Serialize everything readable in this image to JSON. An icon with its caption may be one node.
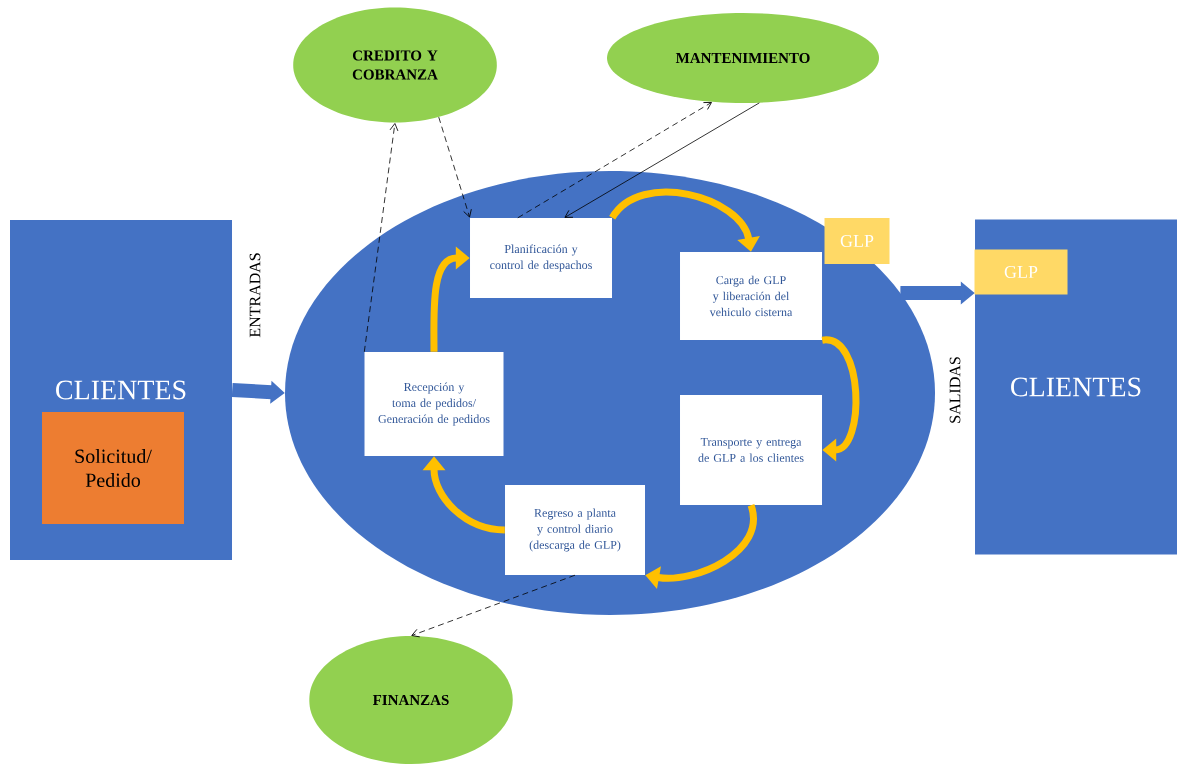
{
  "diagram": {
    "nodes": [
      {
        "text": [
          "CLIENTES"
        ]
      },
      {
        "text": [
          "Solicitud/ Pedido"
        ],
        "in": 0
      },
      {
        "text": [],
        "shape": "ellipse"
      },
      {
        "text": [
          "Planificación y control de despachos"
        ],
        "in": 2
      },
      {
        "text": [
          "Carga de GLP y liberación del vehiculo cisterna"
        ],
        "in": 2
      },
      {
        "text": [
          "Recepción y toma de pedidos/ Generación de pedidos"
        ],
        "in": 2
      },
      {
        "text": [
          "Transporte y entrega de GLP a los clientes"
        ],
        "in": 2
      },
      {
        "text": [
          "Regreso a planta y control diario (descarga de GLP)"
        ],
        "in": 2
      },
      {
        "text": [
          "GLP"
        ]
      },
      {
        "text": [
          "CLIENTES"
        ]
      },
      {
        "text": [
          "GLP"
        ],
        "in": 9
      },
      {
        "text": [
          "CREDITO Y COBRANZA"
        ]
      },
      {
        "text": [
          "MANTENIMIENTO"
        ]
      },
      {
        "text": [
          "FINANZAS"
        ]
      }
    ],
    "edges": [
      {
        "from": 0,
        "to": 2,
        "arrow": "to",
        "label": "ENTRADAS",
        "style": "thick",
        "color": "#4472c4"
      },
      {
        "from": 2,
        "to": 9,
        "arrow": "to",
        "label": "SALIDAS",
        "style": "thick",
        "color": "#4472c4"
      },
      {
        "from": 3,
        "to": 4,
        "arrow": "to",
        "color": "#ffc000"
      },
      {
        "from": 4,
        "to": 6,
        "arrow": "to",
        "color": "#ffc000"
      },
      {
        "from": 6,
        "to": 7,
        "arrow": "to",
        "color": "#ffc000"
      },
      {
        "from": 7,
        "to": 5,
        "arrow": "to",
        "color": "#ffc000"
      },
      {
        "from": 5,
        "to": 3,
        "arrow": "to",
        "color": "#ffc000"
      },
      {
        "from": 5,
        "to": 11,
        "arrow": "to",
        "style": "dashed",
        "color": "#000000"
      },
      {
        "from": 11,
        "to": 3,
        "arrow": "to",
        "style": "dashed",
        "color": "#000000"
      },
      {
        "from": 3,
        "to": 12,
        "arrow": "to",
        "style": "dashed",
        "color": "#000000"
      },
      {
        "from": 12,
        "to": 3,
        "arrow": "to",
        "color": "#000000"
      },
      {
        "from": 7,
        "to": 13,
        "arrow": "to",
        "style": "dashed",
        "color": "#000000"
      }
    ]
  }
}
